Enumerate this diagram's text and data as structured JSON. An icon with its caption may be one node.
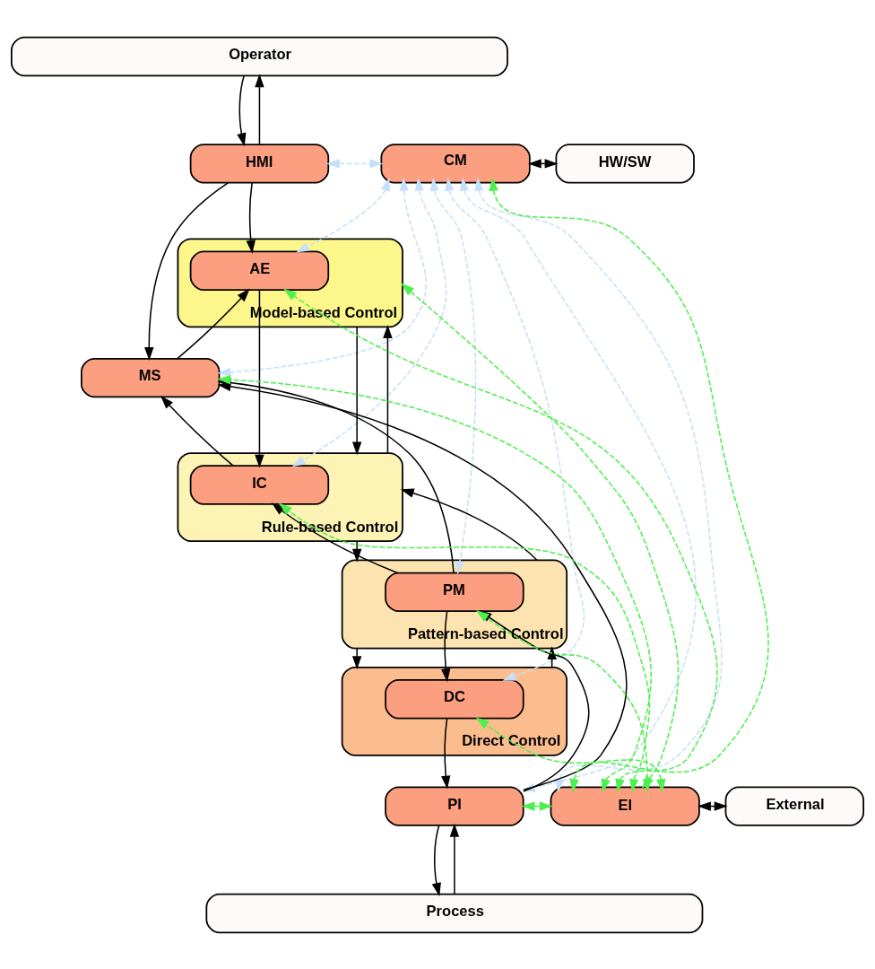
{
  "diagram": {
    "nodes": [
      {
        "text": [
          "Operator"
        ]
      },
      {
        "text": [
          "HMI"
        ]
      },
      {
        "text": [
          "CM"
        ]
      },
      {
        "text": [
          "HW/SW"
        ]
      },
      {
        "text": [
          "Model-based Control"
        ]
      },
      {
        "text": [
          "AE"
        ],
        "in": 4
      },
      {
        "text": [
          "MS"
        ]
      },
      {
        "text": [
          "Rule-based Control"
        ]
      },
      {
        "text": [
          "IC"
        ],
        "in": 7
      },
      {
        "text": [
          "Pattern-based Control"
        ]
      },
      {
        "text": [
          "PM"
        ],
        "in": 9
      },
      {
        "text": [
          "Direct Control"
        ]
      },
      {
        "text": [
          "DC"
        ],
        "in": 11
      },
      {
        "text": [
          "PI"
        ]
      },
      {
        "text": [
          "EI"
        ]
      },
      {
        "text": [
          "External"
        ]
      },
      {
        "text": [
          "Process"
        ]
      }
    ],
    "edges": [
      {
        "from": 1,
        "to": 0,
        "arrow": "to"
      },
      {
        "from": 0,
        "to": 1,
        "arrow": "to"
      },
      {
        "from": 1,
        "to": 2,
        "arrow": "both",
        "style": "dashed",
        "color": "#c5e0f8"
      },
      {
        "from": 2,
        "to": 3,
        "arrow": "both"
      },
      {
        "from": 1,
        "to": 5,
        "arrow": "to"
      },
      {
        "from": 1,
        "to": 6,
        "arrow": "to"
      },
      {
        "from": 6,
        "to": 5,
        "arrow": "to"
      },
      {
        "from": 5,
        "to": 8,
        "arrow": "to"
      },
      {
        "from": 8,
        "to": 6,
        "arrow": "to"
      },
      {
        "from": 7,
        "to": 4,
        "arrow": "to"
      },
      {
        "from": 4,
        "to": 7,
        "arrow": "to"
      },
      {
        "from": 9,
        "to": 7,
        "arrow": "to"
      },
      {
        "from": 7,
        "to": 9,
        "arrow": "to"
      },
      {
        "from": 11,
        "to": 9,
        "arrow": "to"
      },
      {
        "from": 9,
        "to": 11,
        "arrow": "to"
      },
      {
        "from": 10,
        "to": 6,
        "arrow": "to"
      },
      {
        "from": 10,
        "to": 8,
        "arrow": "to"
      },
      {
        "from": 10,
        "to": 12,
        "arrow": "to"
      },
      {
        "from": 12,
        "to": 13,
        "arrow": "to"
      },
      {
        "from": 13,
        "to": 10,
        "arrow": "to"
      },
      {
        "from": 13,
        "to": 6,
        "arrow": "to"
      },
      {
        "from": 16,
        "to": 13,
        "arrow": "to"
      },
      {
        "from": 13,
        "to": 16,
        "arrow": "to"
      },
      {
        "from": 14,
        "to": 15,
        "arrow": "both"
      },
      {
        "from": 2,
        "to": 5,
        "arrow": "both",
        "style": "dashed",
        "color": "#c5e0f8"
      },
      {
        "from": 2,
        "to": 6,
        "arrow": "both",
        "style": "dashed",
        "color": "#c5e0f8"
      },
      {
        "from": 2,
        "to": 8,
        "arrow": "both",
        "style": "dashed",
        "color": "#c5e0f8"
      },
      {
        "from": 2,
        "to": 10,
        "arrow": "both",
        "style": "dashed",
        "color": "#c5e0f8"
      },
      {
        "from": 2,
        "to": 12,
        "arrow": "both",
        "style": "dashed",
        "color": "#c5e0f8"
      },
      {
        "from": 2,
        "to": 13,
        "arrow": "both",
        "style": "dashed",
        "color": "#c5e0f8"
      },
      {
        "from": 2,
        "to": 14,
        "arrow": "both",
        "style": "dashed",
        "color": "#c5e0f8"
      },
      {
        "from": 14,
        "to": 2,
        "arrow": "both",
        "style": "dashed",
        "color": "#4cf04c"
      },
      {
        "from": 14,
        "to": 4,
        "arrow": "both",
        "style": "dashed",
        "color": "#4cf04c"
      },
      {
        "from": 14,
        "to": 6,
        "arrow": "both",
        "style": "dashed",
        "color": "#4cf04c"
      },
      {
        "from": 14,
        "to": 5,
        "arrow": "both",
        "style": "dashed",
        "color": "#4cf04c"
      },
      {
        "from": 14,
        "to": 8,
        "arrow": "both",
        "style": "dashed",
        "color": "#4cf04c"
      },
      {
        "from": 14,
        "to": 10,
        "arrow": "both",
        "style": "dashed",
        "color": "#4cf04c"
      },
      {
        "from": 14,
        "to": 12,
        "arrow": "both",
        "style": "dashed",
        "color": "#4cf04c"
      },
      {
        "from": 13,
        "to": 14,
        "arrow": "both",
        "style": "dashed",
        "color": "#4cf04c"
      }
    ]
  }
}
